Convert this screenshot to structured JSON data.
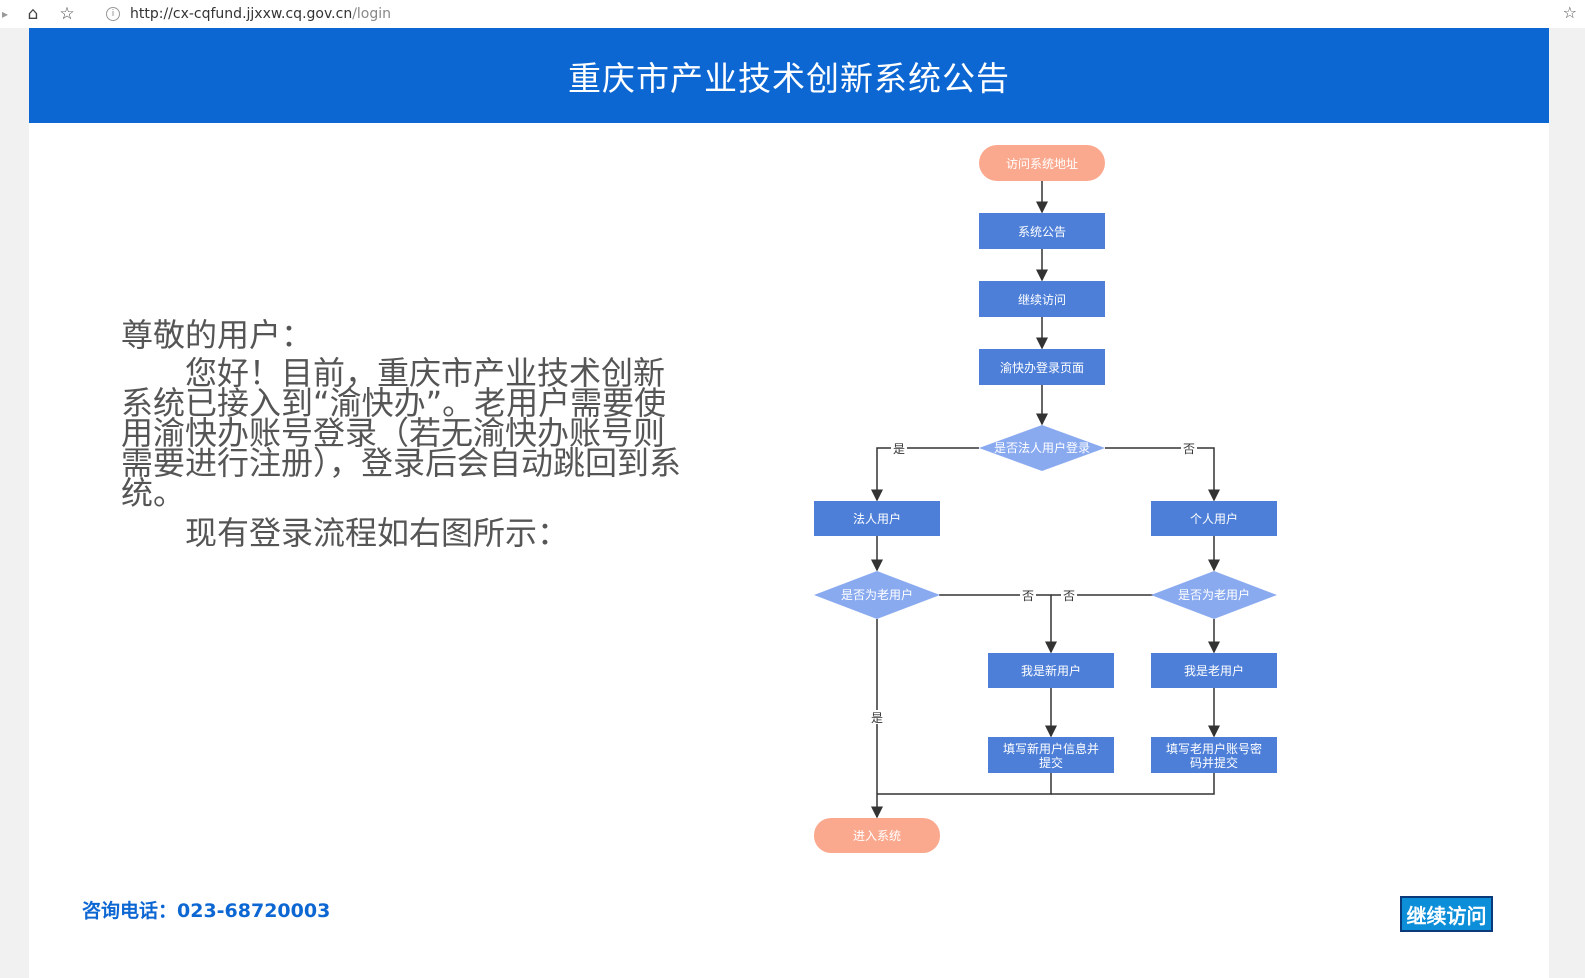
{
  "browser": {
    "url_host": "http://cx-cqfund.jjxxw.cq.gov.cn",
    "url_path": "/login"
  },
  "header": {
    "title": "重庆市产业技术创新系统公告"
  },
  "notice": {
    "greeting": "尊敬的用户：",
    "body": "您好！目前，重庆市产业技术创新系统已接入到“渝快办”。老用户需要使用渝快办账号登录（若无渝快办账号则需要进行注册），登录后会自动跳回到系统。",
    "flow_intro": "现有登录流程如右图所示："
  },
  "flowchart": {
    "start": "访问系统地址",
    "announcement": "系统公告",
    "continue": "继续访问",
    "login_page": "渝快办登录页面",
    "is_legal_login": "是否法人用户登录",
    "legal_user": "法人用户",
    "personal_user": "个人用户",
    "is_old_user_left": "是否为老用户",
    "is_old_user_right": "是否为老用户",
    "new_user": "我是新用户",
    "old_user": "我是老用户",
    "fill_new_line1": "填写新用户信息并",
    "fill_new_line2": "提交",
    "fill_old_line1": "填写老用户账号密",
    "fill_old_line2": "码并提交",
    "enter_system": "进入系统",
    "yes": "是",
    "no": "否"
  },
  "footer": {
    "phone": "咨询电话：023-68720003",
    "continue_button": "继续访问"
  },
  "colors": {
    "header_blue": "#0d67d3",
    "box_blue": "#4d7fd8",
    "diamond_blue": "#8aaaf0",
    "terminal_salmon": "#fba98e"
  }
}
